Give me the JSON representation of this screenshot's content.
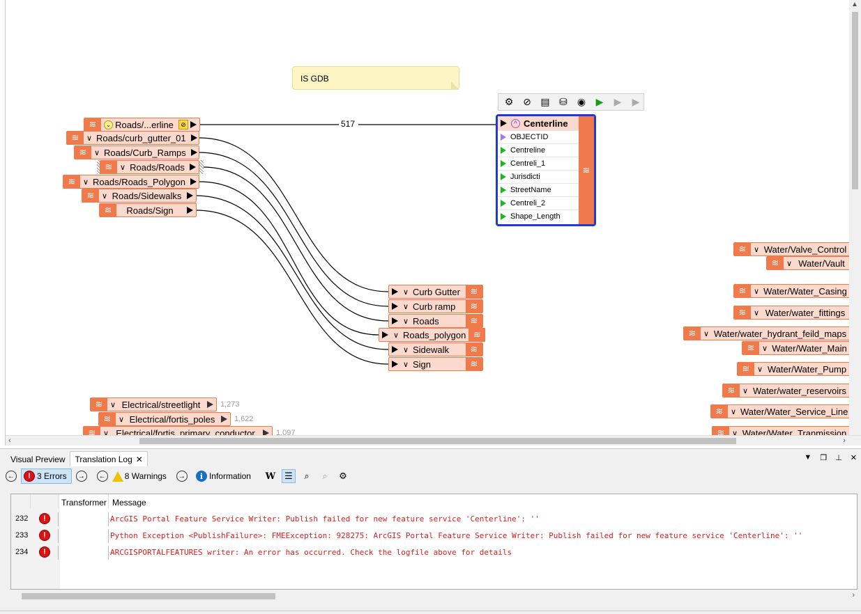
{
  "canvas": {
    "annotation": "IS GDB",
    "link_count": "517",
    "readers": [
      {
        "label": "Roads/...erline",
        "connected": true
      },
      {
        "label": "Roads/curb_gutter_01",
        "connected": true
      },
      {
        "label": "Roads/Curb_Ramps",
        "connected": true
      },
      {
        "label": "Roads/Roads",
        "connected": true
      },
      {
        "label": "Roads/Roads_Polygon",
        "connected": true
      },
      {
        "label": "Roads/Sidewalks",
        "connected": true
      },
      {
        "label": "Roads/Sign",
        "connected": true
      }
    ],
    "writer": {
      "title": "Centerline",
      "attributes": [
        "OBJECTID",
        "Centreline",
        "Centreli_1",
        "Jurisdicti",
        "StreetName",
        "Centreli_2",
        "Shape_Length"
      ]
    },
    "writers_middle": [
      "Curb Gutter",
      "Curb ramp",
      "Roads",
      "Roads_polygon",
      "Sidewalk",
      "Sign"
    ],
    "electrical": [
      {
        "label": "Electrical/streetlight",
        "count": "1,273"
      },
      {
        "label": "Electrical/fortis_poles",
        "count": "1,622"
      },
      {
        "label": "Electrical/fortis_primary_conductor",
        "count": "1,097"
      }
    ],
    "water": [
      "Water/Valve_Control",
      "Water/Vault",
      "Water/Water_Casing",
      "Water/water_fittings",
      "Water/water_hydrant_feild_maps",
      "Water/Water_Main",
      "Water/Water_Pump",
      "Water/water_reservoirs",
      "Water/Water_Service_Line",
      "Water/Water_Tranmission"
    ]
  },
  "panel": {
    "tabs": [
      "Visual Preview",
      "Translation Log"
    ],
    "errors_label": "3 Errors",
    "warnings_label": "8 Warnings",
    "info_label": "Information",
    "columns": {
      "transformer": "Transformer",
      "message": "Message"
    },
    "rows": [
      {
        "num": "232",
        "message": "ArcGIS Portal Feature Service Writer: Publish failed for new feature service 'Centerline': ''"
      },
      {
        "num": "233",
        "message": "Python Exception <PublishFailure>: FMEException: 928275: ArcGIS Portal Feature Service Writer: Publish failed for new feature service 'Centerline': ''"
      },
      {
        "num": "234",
        "message": "ARCGISPORTALFEATURES writer: An error has occurred. Check the logfile above for details"
      }
    ]
  }
}
